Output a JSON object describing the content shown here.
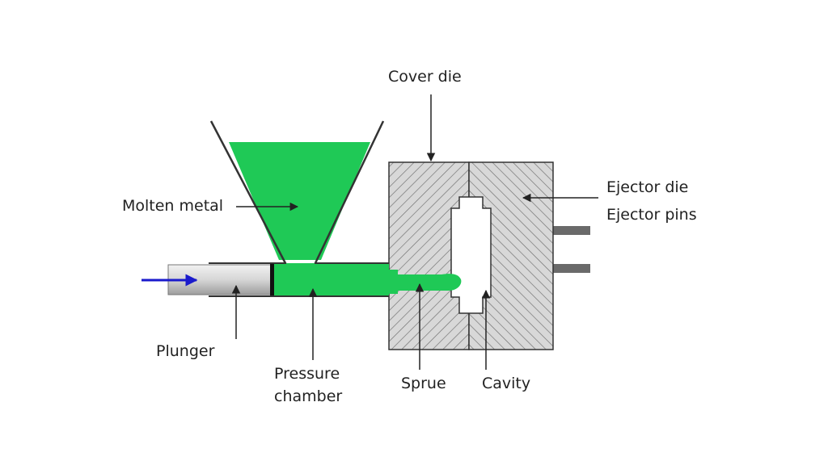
{
  "labels": {
    "cover_die": "Cover die",
    "ejector_die": "Ejector die",
    "ejector_pins": "Ejector pins",
    "molten_metal": "Molten metal",
    "plunger": "Plunger",
    "pressure_chamber_line1": "Pressure",
    "pressure_chamber_line2": "chamber",
    "sprue": "Sprue",
    "cavity": "Cavity"
  },
  "colors": {
    "molten_metal": "#1fc956",
    "die_fill": "#d8d8d8",
    "hatch": "#6e6e6e",
    "outline": "#333333",
    "plunger_fill": "#d9d9d9",
    "ejector_pin": "#6a6a6a",
    "push_arrow": "#1a1acc",
    "pointer_arrow": "#222222"
  }
}
